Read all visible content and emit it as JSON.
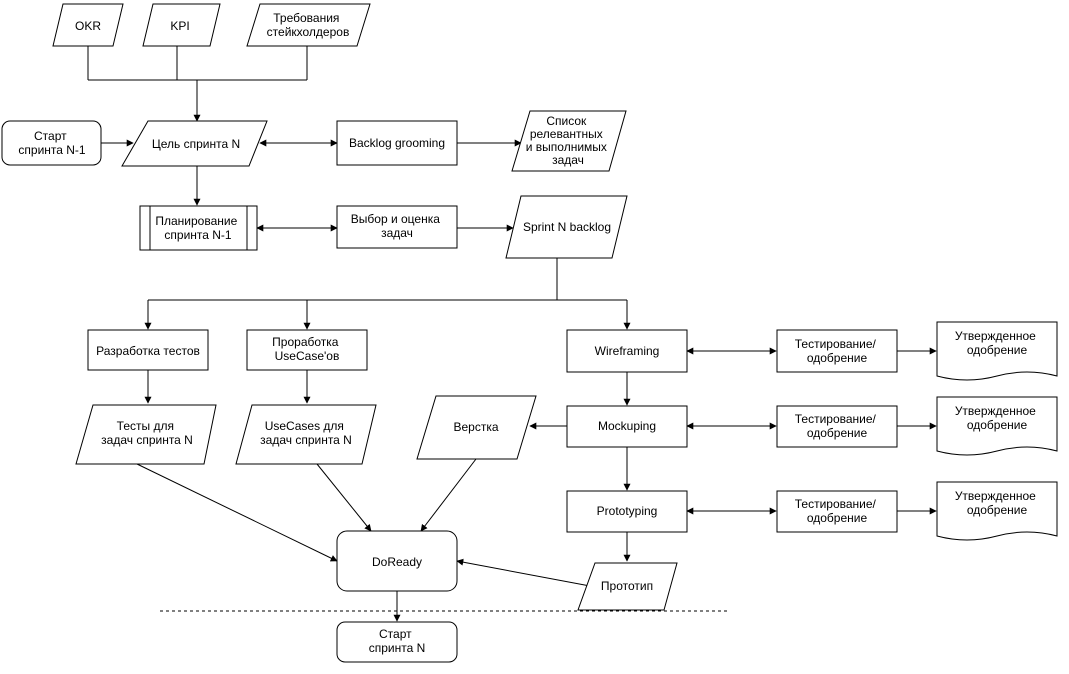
{
  "diagram": {
    "nodes": {
      "okr": [
        "OKR"
      ],
      "kpi": [
        "KPI"
      ],
      "stakeholders": [
        "Требования",
        "стейкхолдеров"
      ],
      "start_prev": [
        "Старт",
        "спринта N-1"
      ],
      "goal": [
        "Цель спринта N"
      ],
      "grooming": [
        "Backlog grooming"
      ],
      "relevant_list": [
        "Список",
        "релевантных",
        "и выполнимых",
        "задач"
      ],
      "planning": [
        "Планирование",
        "спринта N-1"
      ],
      "select": [
        "Выбор и оценка",
        "задач"
      ],
      "sprint_backlog": [
        "Sprint N backlog"
      ],
      "dev_tests": [
        "Разработка тестов"
      ],
      "usecases_work": [
        "Проработка",
        "UseCase'ов"
      ],
      "wireframing": [
        "Wireframing"
      ],
      "test1": [
        "Тестирование/",
        "одобрение"
      ],
      "approved1": [
        "Утвержденное",
        "одобрение"
      ],
      "tests_out": [
        "Тесты для",
        "задач спринта N"
      ],
      "usecases_out": [
        "UseCases для",
        "задач спринта N"
      ],
      "layout": [
        "Верстка"
      ],
      "mockuping": [
        "Mockuping"
      ],
      "test2": [
        "Тестирование/",
        "одобрение"
      ],
      "approved2": [
        "Утвержденное",
        "одобрение"
      ],
      "prototyping": [
        "Prototyping"
      ],
      "test3": [
        "Тестирование/",
        "одобрение"
      ],
      "approved3": [
        "Утвержденное",
        "одобрение"
      ],
      "doready": [
        "DoReady"
      ],
      "prototype": [
        "Прототип"
      ],
      "start_next": [
        "Старт",
        "спринта N"
      ]
    }
  }
}
